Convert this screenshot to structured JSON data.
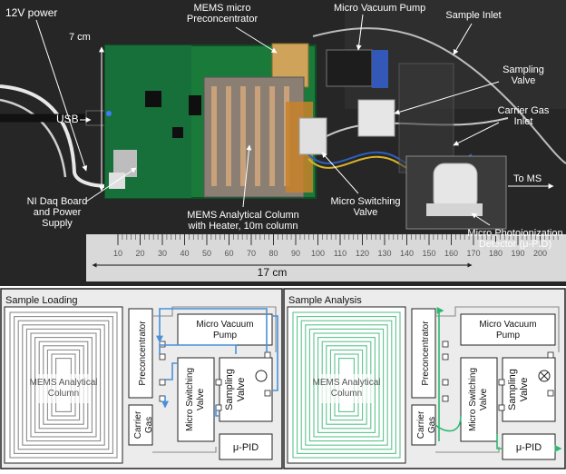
{
  "photo": {
    "labels": {
      "power": "12V power",
      "usb": "USB",
      "board_width": "7 cm",
      "mems_preconcentrator": "MEMS micro\nPreconcentrator",
      "vacuum_pump": "Micro Vacuum Pump",
      "sample_inlet": "Sample Inlet",
      "sampling_valve": "Sampling\nValve",
      "carrier_gas_inlet": "Carrier Gas\nInlet",
      "to_ms": "To MS",
      "daq_board": "NI Daq Board\nand Power\nSupply",
      "mems_column": "MEMS Analytical Column\nwith Heater, 10m column",
      "switching_valve": "Micro Switching\nValve",
      "photoionization_detector": "Micro Photoionization\nDetector (μ-PID)",
      "board_length": "17 cm"
    },
    "ruler_ticks": [
      "10",
      "20",
      "30",
      "40",
      "50",
      "60",
      "70",
      "80",
      "90",
      "100",
      "110",
      "120",
      "130",
      "140",
      "150",
      "160",
      "170",
      "180",
      "190",
      "200"
    ]
  },
  "schematic": {
    "panels": [
      {
        "title": "Sample Loading",
        "column_label": "MEMS Analytical\nColumn",
        "preconcentrator": "Preconcentrator",
        "vacuum_pump": "Micro Vacuum\nPump",
        "switching_valve": "Micro Switching\nValve",
        "sampling_valve": "Sampling\nValve",
        "carrier_gas": "Carrier\nGas",
        "pid": "μ-PID",
        "flow_color": "#4a90d9",
        "spiral_color": "#8c8c8c"
      },
      {
        "title": "Sample Analysis",
        "column_label": "MEMS Analytical\nColumn",
        "preconcentrator": "Preconcentrator",
        "vacuum_pump": "Micro Vacuum\nPump",
        "switching_valve": "Micro Switching\nValve",
        "sampling_valve": "Sampling\nValve",
        "carrier_gas": "Carrier\nGas",
        "pid": "μ-PID",
        "flow_color": "#2eb872",
        "spiral_color": "#5cc48c"
      }
    ]
  }
}
